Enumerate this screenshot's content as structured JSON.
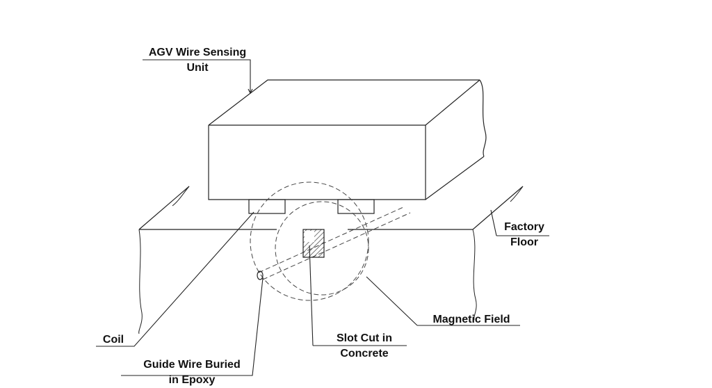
{
  "labels": {
    "agv_unit": [
      "AGV Wire Sensing",
      "Unit"
    ],
    "factory_floor": [
      "Factory",
      "Floor"
    ],
    "magnetic_field": "Magnetic Field",
    "coil": "Coil",
    "slot_cut": [
      "Slot Cut in",
      "Concrete"
    ],
    "guide_wire": [
      "Guide Wire Buried",
      "in Epoxy"
    ]
  }
}
